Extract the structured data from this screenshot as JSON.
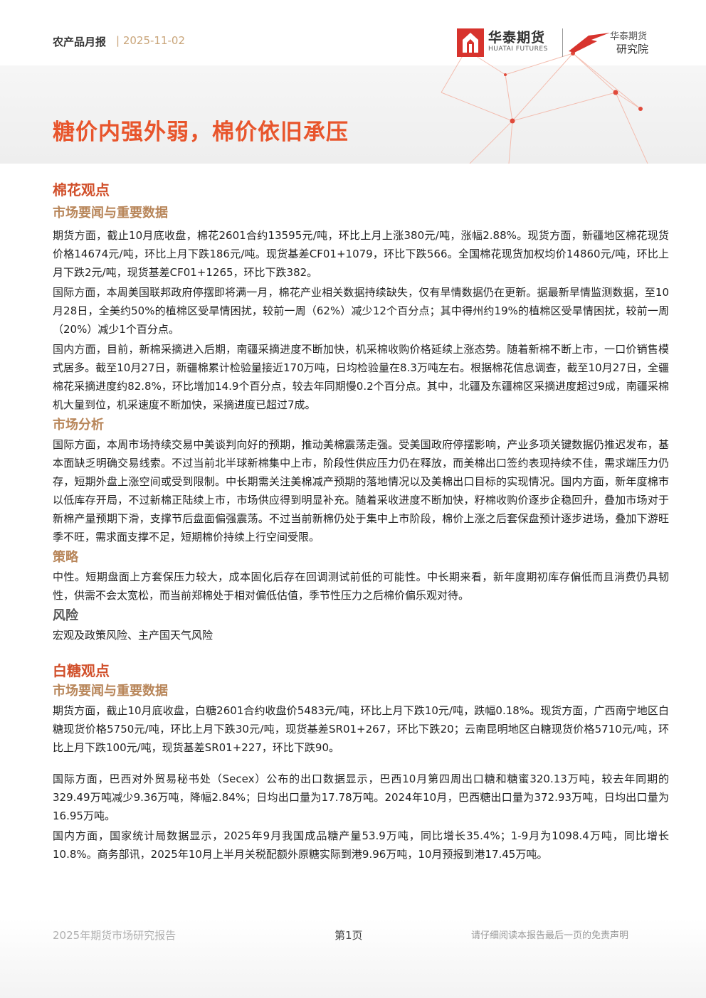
{
  "header": {
    "report_type": "农产品月报",
    "report_date": "| 2025-11-02",
    "logo_name": "华泰期货",
    "logo_en": "HUATAI FUTURES",
    "institute_line1": "华泰期货",
    "institute_line2": "研究院",
    "page_title": "糖价内强外弱，棉价依旧承压"
  },
  "colors": {
    "accent": "#e8552c",
    "section": "#d1502b",
    "subsection": "#b8865a"
  },
  "cotton": {
    "title": "棉花观点",
    "news_title": "市场要闻与重要数据",
    "news": [
      "期货方面，截止10月底收盘，棉花2601合约13595元/吨，环比上月上涨380元/吨，涨幅2.88%。现货方面，新疆地区棉花现货价格14674元/吨，环比上月下跌186元/吨。现货基差CF01+1079，环比下跌566。全国棉花现货加权均价14860元/吨，环比上月下跌2元/吨，现货基差CF01+1265，环比下跌382。",
      "国际方面，本周美国联邦政府停摆即将满一月，棉花产业相关数据持续缺失，仅有旱情数据仍在更新。据最新旱情监测数据，至10月28日，全美约50%的植棉区受旱情困扰，较前一周（62%）减少12个百分点；其中得州约19%的植棉区受旱情困扰，较前一周（20%）减少1个百分点。",
      "国内方面，目前，新棉采摘进入后期，南疆采摘进度不断加快，机采棉收购价格延续上涨态势。随着新棉不断上市，一口价销售模式居多。截至10月27日，新疆棉累计检验量接近170万吨，日均检验量在8.3万吨左右。根据棉花信息调查，截至10月27日，全疆棉花采摘进度约82.8%，环比增加14.9个百分点，较去年同期慢0.2个百分点。其中，北疆及东疆棉区采摘进度超过9成，南疆采棉机大量到位，机采速度不断加快，采摘进度已超过7成。"
    ],
    "analysis_title": "市场分析",
    "analysis": "国际方面，本周市场持续交易中美谈判向好的预期，推动美棉震荡走强。受美国政府停摆影响，产业多项关键数据仍推迟发布，基本面缺乏明确交易线索。不过当前北半球新棉集中上市，阶段性供应压力仍在释放，而美棉出口签约表现持续不佳，需求端压力仍存，短期外盘上涨空间或受到限制。中长期需关注美棉减产预期的落地情况以及美棉出口目标的实现情况。国内方面，新年度棉市以低库存开局，不过新棉正陆续上市，市场供应得到明显补充。随着采收进度不断加快，籽棉收购价逐步企稳回升，叠加市场对于新棉产量预期下滑，支撑节后盘面偏强震荡。不过当前新棉仍处于集中上市阶段，棉价上涨之后套保盘预计逐步进场，叠加下游旺季不旺，需求面支撑不足，短期棉价持续上行空间受限。",
    "strategy_title": "策略",
    "strategy": "中性。短期盘面上方套保压力较大，成本固化后存在回调测试前低的可能性。中长期来看，新年度期初库存偏低而且消费仍具韧性，供需不会太宽松，而当前郑棉处于相对偏低估值，季节性压力之后棉价偏乐观对待。",
    "risk_title": "风险",
    "risk": "宏观及政策风险、主产国天气风险"
  },
  "sugar": {
    "title": "白糖观点",
    "news_title": "市场要闻与重要数据",
    "news": [
      "期货方面，截止10月底收盘，白糖2601合约收盘价5483元/吨，环比上月下跌10元/吨，跌幅0.18%。现货方面，广西南宁地区白糖现货价格5750元/吨，环比上月下跌30元/吨，现货基差SR01+267，环比下跌20；云南昆明地区白糖现货价格5710元/吨，环比上月下跌100元/吨，现货基差SR01+227，环比下跌90。",
      "国际方面，巴西对外贸易秘书处（Secex）公布的出口数据显示，巴西10月第四周出口糖和糖蜜320.13万吨，较去年同期的329.49万吨减少9.36万吨，降幅2.84%；日均出口量为17.78万吨。2024年10月，巴西糖出口量为372.93万吨，日均出口量为16.95万吨。",
      "国内方面，国家统计局数据显示，2025年9月我国成品糖产量53.9万吨，同比增长35.4%；1-9月为1098.4万吨，同比增长10.8%。商务部讯，2025年10月上半月关税配额外原糖实际到港9.96万吨，10月预报到港17.45万吨。"
    ]
  },
  "footer": {
    "left": "2025年期货市场研究报告",
    "page": "第1页",
    "right": "请仔细阅读本报告最后一页的免责声明"
  }
}
